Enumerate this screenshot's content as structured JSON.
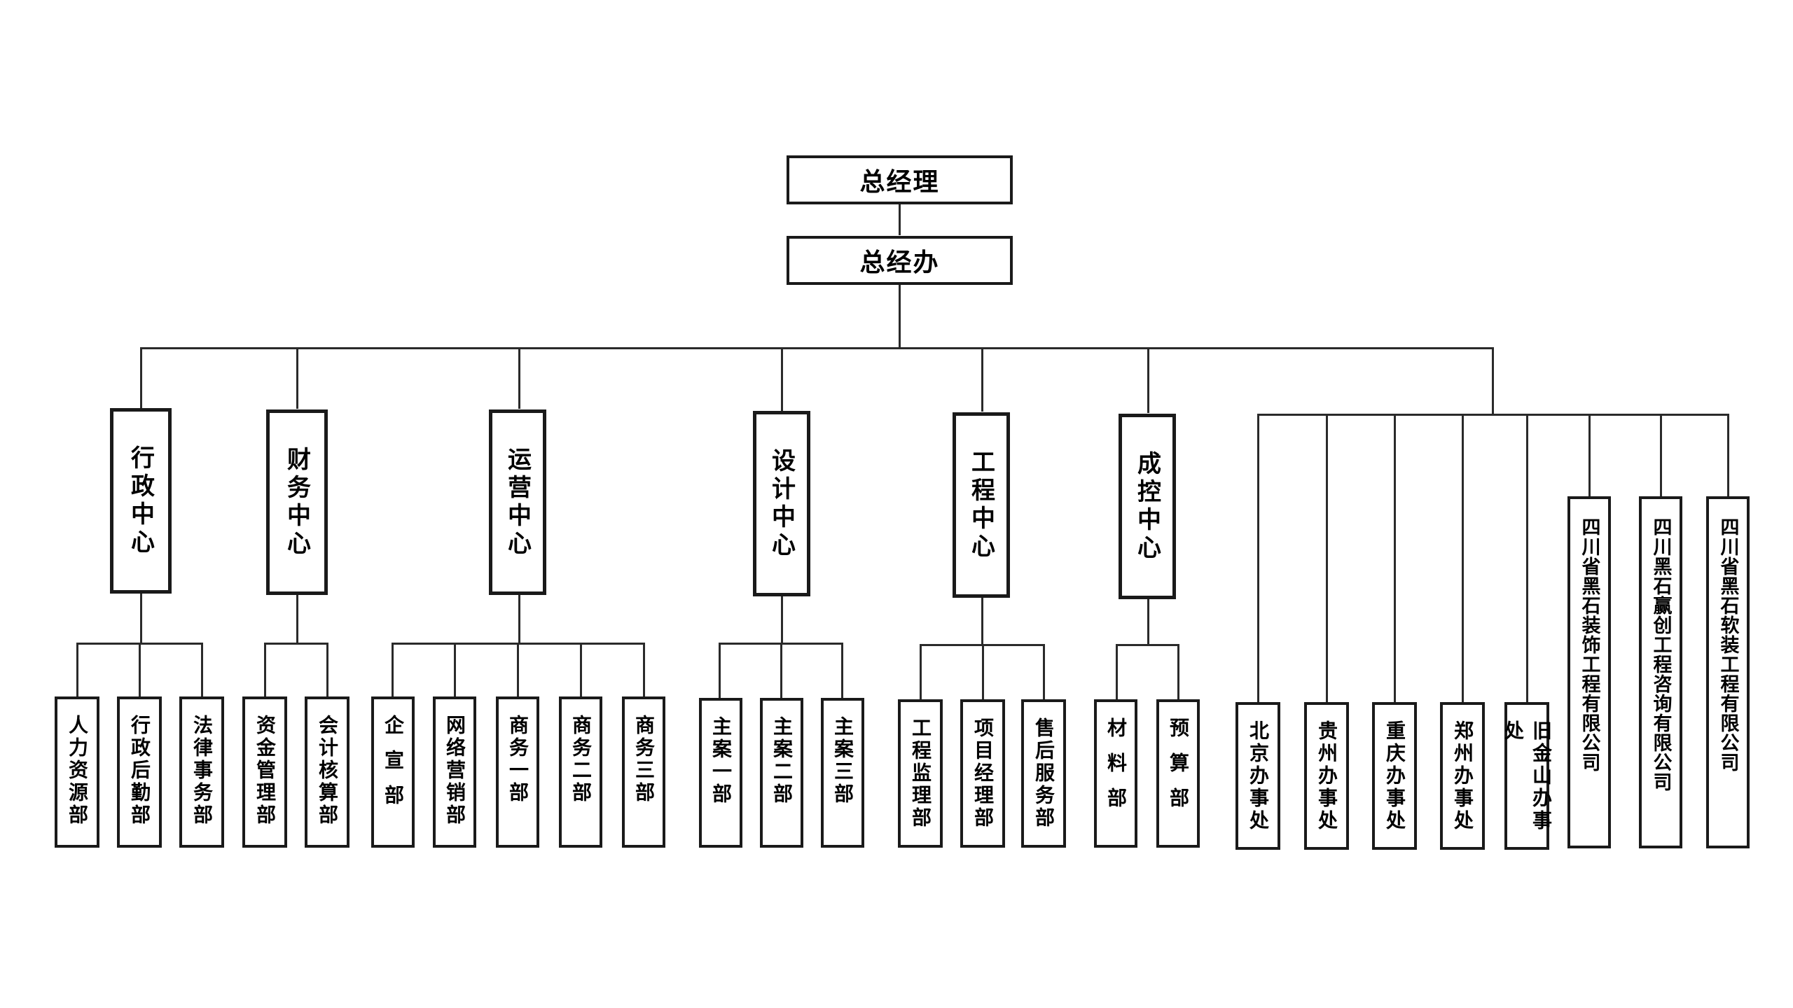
{
  "top": {
    "ceo": "总经理",
    "office": "总经办"
  },
  "centers": [
    {
      "label": "行政中心",
      "departments": [
        "人力资源部",
        "行政后勤部",
        "法律事务部"
      ]
    },
    {
      "label": "财务中心",
      "departments": [
        "资金管理部",
        "会计核算部"
      ]
    },
    {
      "label": "运营中心",
      "departments": [
        "企宣部",
        "网络营销部",
        "商务一部",
        "商务二部",
        "商务三部"
      ]
    },
    {
      "label": "设计中心",
      "departments": [
        "主案一部",
        "主案二部",
        "主案三部"
      ]
    },
    {
      "label": "工程中心",
      "departments": [
        "工程监理部",
        "项目经理部",
        "售后服务部"
      ]
    },
    {
      "label": "成控中心",
      "departments": [
        "材料部",
        "预算部"
      ]
    }
  ],
  "branches": [
    "北京办事处",
    "贵州办事处",
    "重庆办事处",
    "郑州办事处",
    "旧金山办事处",
    "四川省黑石装饰工程有限公司",
    "四川黑石赢创工程咨询有限公司",
    "四川省黑石软装工程有限公司"
  ]
}
